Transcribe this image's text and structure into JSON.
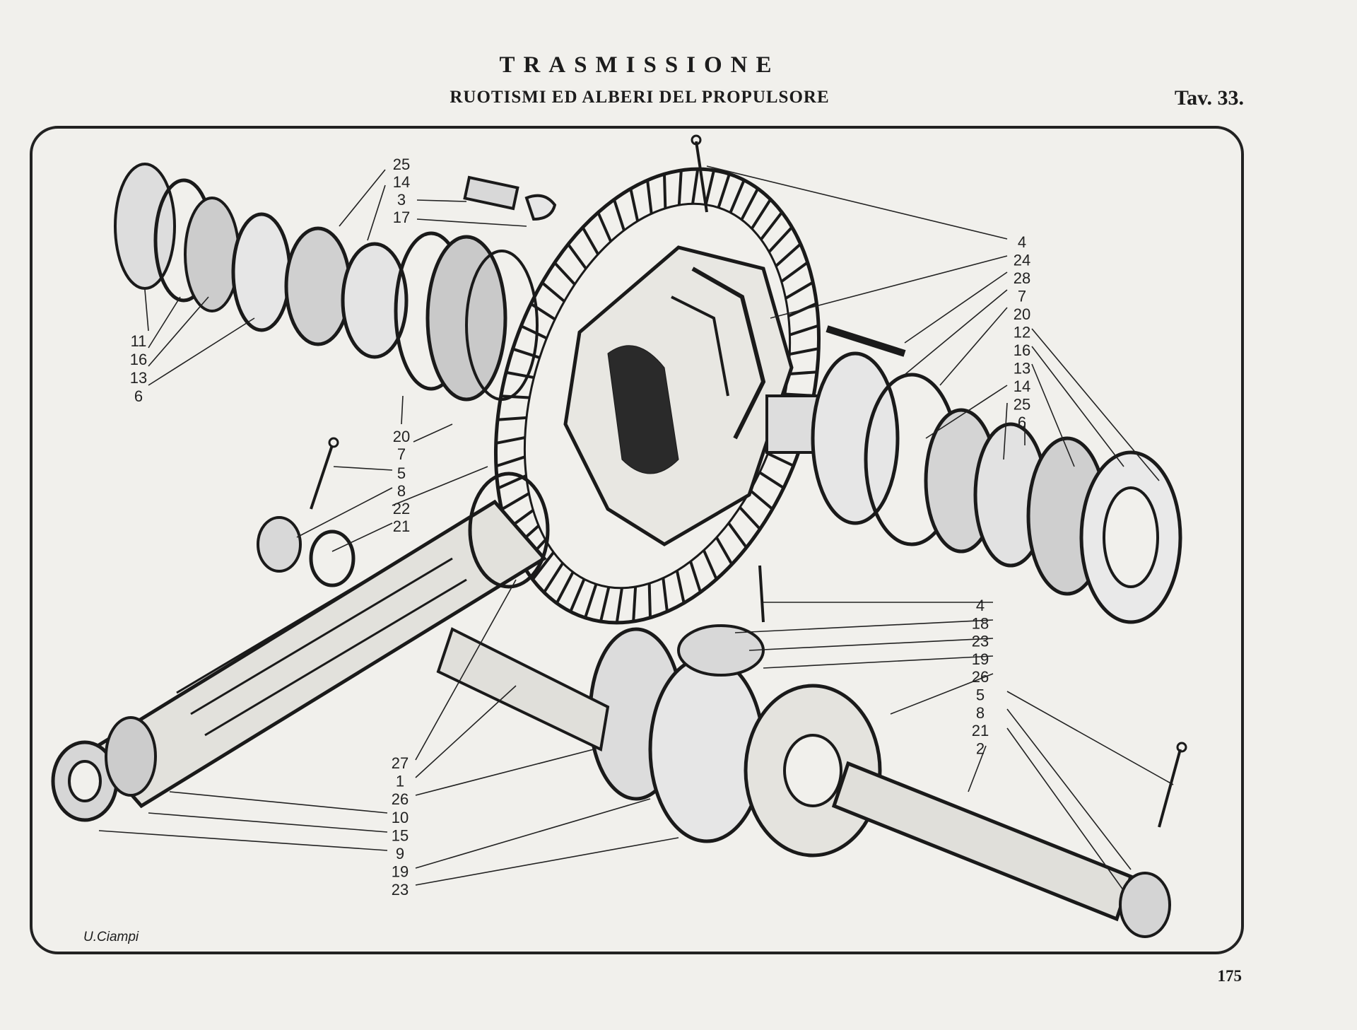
{
  "header": {
    "title": "TRASMISSIONE",
    "subtitle": "RUOTISMI ED ALBERI DEL PROPULSORE",
    "plate": "Tav. 33."
  },
  "footer": {
    "page_number": "175",
    "signature": "U.Ciampi"
  },
  "callouts": {
    "top_left": [
      "25",
      "14",
      "3",
      "17"
    ],
    "left_group": [
      "11",
      "16",
      "13",
      "6"
    ],
    "mid_left": [
      "20",
      "7"
    ],
    "pin_group": [
      "5",
      "8",
      "22",
      "21"
    ],
    "right_upper": [
      "4",
      "24",
      "28",
      "7",
      "20",
      "12",
      "16",
      "13",
      "14",
      "25",
      "6"
    ],
    "right_lower": [
      "4",
      "18",
      "23",
      "19",
      "26",
      "5",
      "8",
      "21",
      "2"
    ],
    "bottom_left": [
      "27",
      "1",
      "26",
      "10",
      "15",
      "9",
      "19",
      "23"
    ]
  }
}
